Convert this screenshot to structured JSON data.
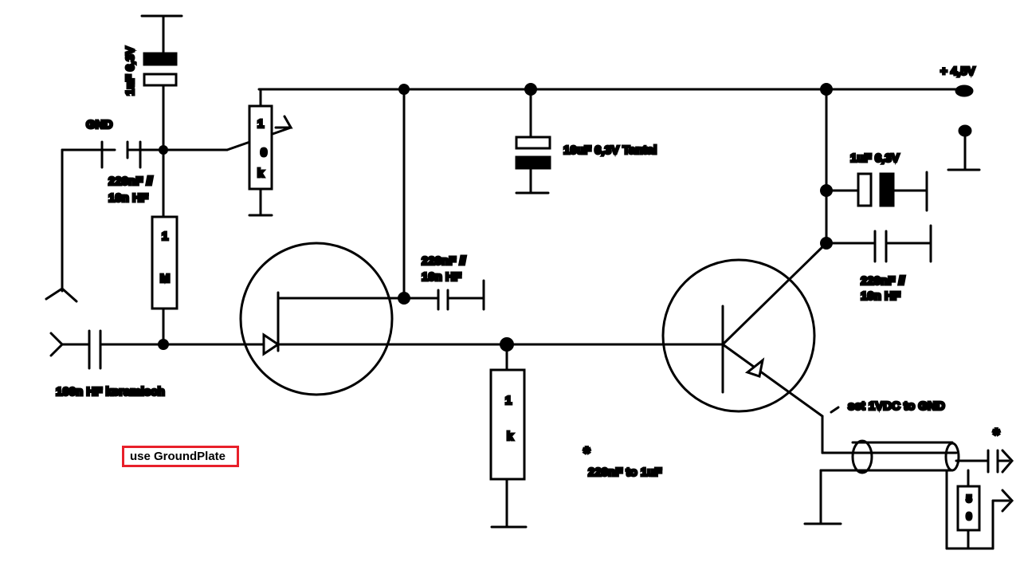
{
  "labels": {
    "c_top": "1uF 6,3V",
    "gnd": "GND",
    "c_in_hf": [
      "220nF //",
      "10n HF"
    ],
    "pot_value": [
      "1",
      "0",
      "k"
    ],
    "r_gate": [
      "1",
      "M"
    ],
    "c_input": "100n HF keramisch",
    "c_tantal": "10uF 6,3V Tantal",
    "supply": "+ 4,5V",
    "c_right_top": "1uF 6,3V",
    "c_mid_hf": [
      "220nF //",
      "10n HF"
    ],
    "c_right_hf": [
      "220nF //",
      "10n HF"
    ],
    "r_source": [
      "1",
      "k"
    ],
    "star_note": "*",
    "star_value": "220nF to 1uF",
    "set_note": "set 1VDC to GND",
    "r_term": [
      "5",
      "0"
    ],
    "star_out": "*"
  },
  "note": {
    "text": "use GroundPlate",
    "border_color": "#e8202a"
  }
}
